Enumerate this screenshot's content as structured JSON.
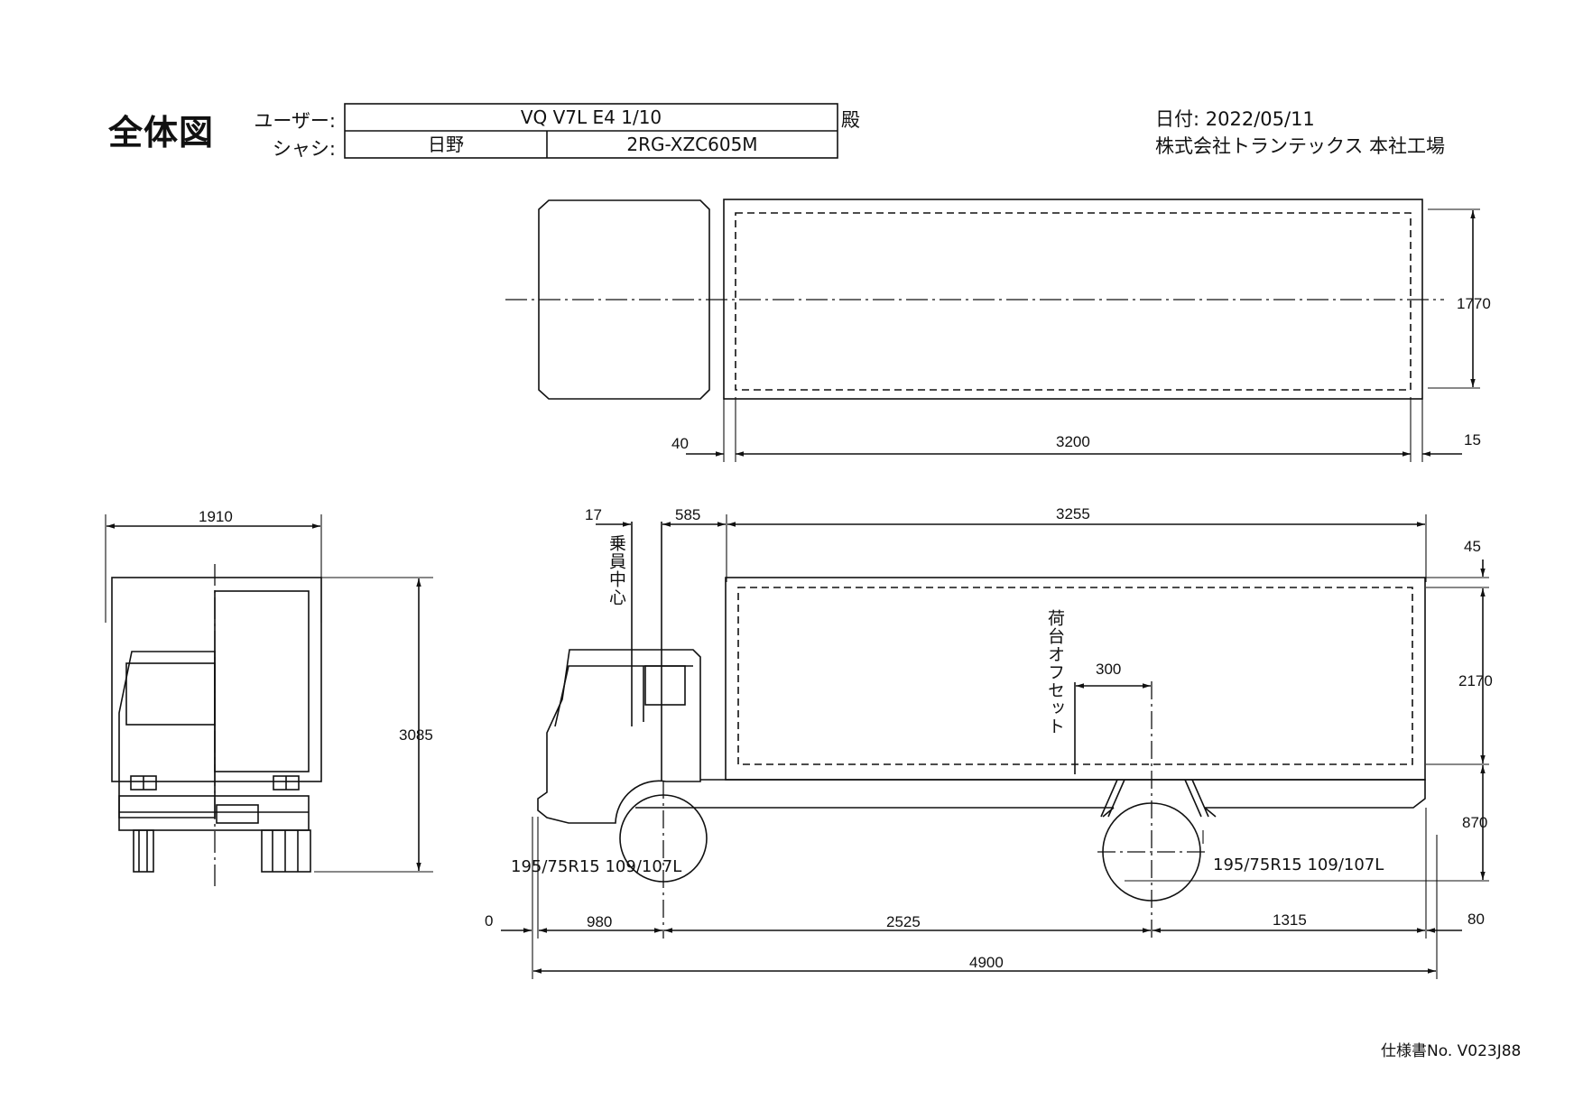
{
  "header": {
    "title": "全体図",
    "user_label": "ユーザー:",
    "user_value": "VQ V7L E4  1/10",
    "honorific": "殿",
    "chassis_label": "シャシ:",
    "chassis_maker": "日野",
    "chassis_model": "2RG-XZC605M",
    "date": "日付: 2022/05/11",
    "company": "株式会社トランテックス 本社工場"
  },
  "plan_view": {
    "dim_width": "1770",
    "dim_front_gap": "40",
    "dim_body_length": "3200",
    "dim_rear_gap": "15"
  },
  "front_view": {
    "dim_width": "1910",
    "dim_height": "3085"
  },
  "side_view": {
    "dim_crew_offset": "17",
    "dim_cab_gap": "585",
    "dim_box_length": "3255",
    "dim_roof": "45",
    "dim_box_height": "2170",
    "dim_floor_height": "870",
    "dim_bed_offset": "300",
    "crew_center_label": "乗員中心",
    "bed_offset_label": "荷台オフセット",
    "front_tire": "195/75R15 109/107L",
    "rear_tire": "195/75R15 109/107L",
    "dim_zero": "0",
    "dim_front_overhang": "980",
    "dim_wheelbase": "2525",
    "dim_rear_overhang": "1315",
    "dim_rear_extra": "80",
    "dim_total_length": "4900"
  },
  "footer": {
    "spec_no": "仕様書No. V023J88"
  }
}
